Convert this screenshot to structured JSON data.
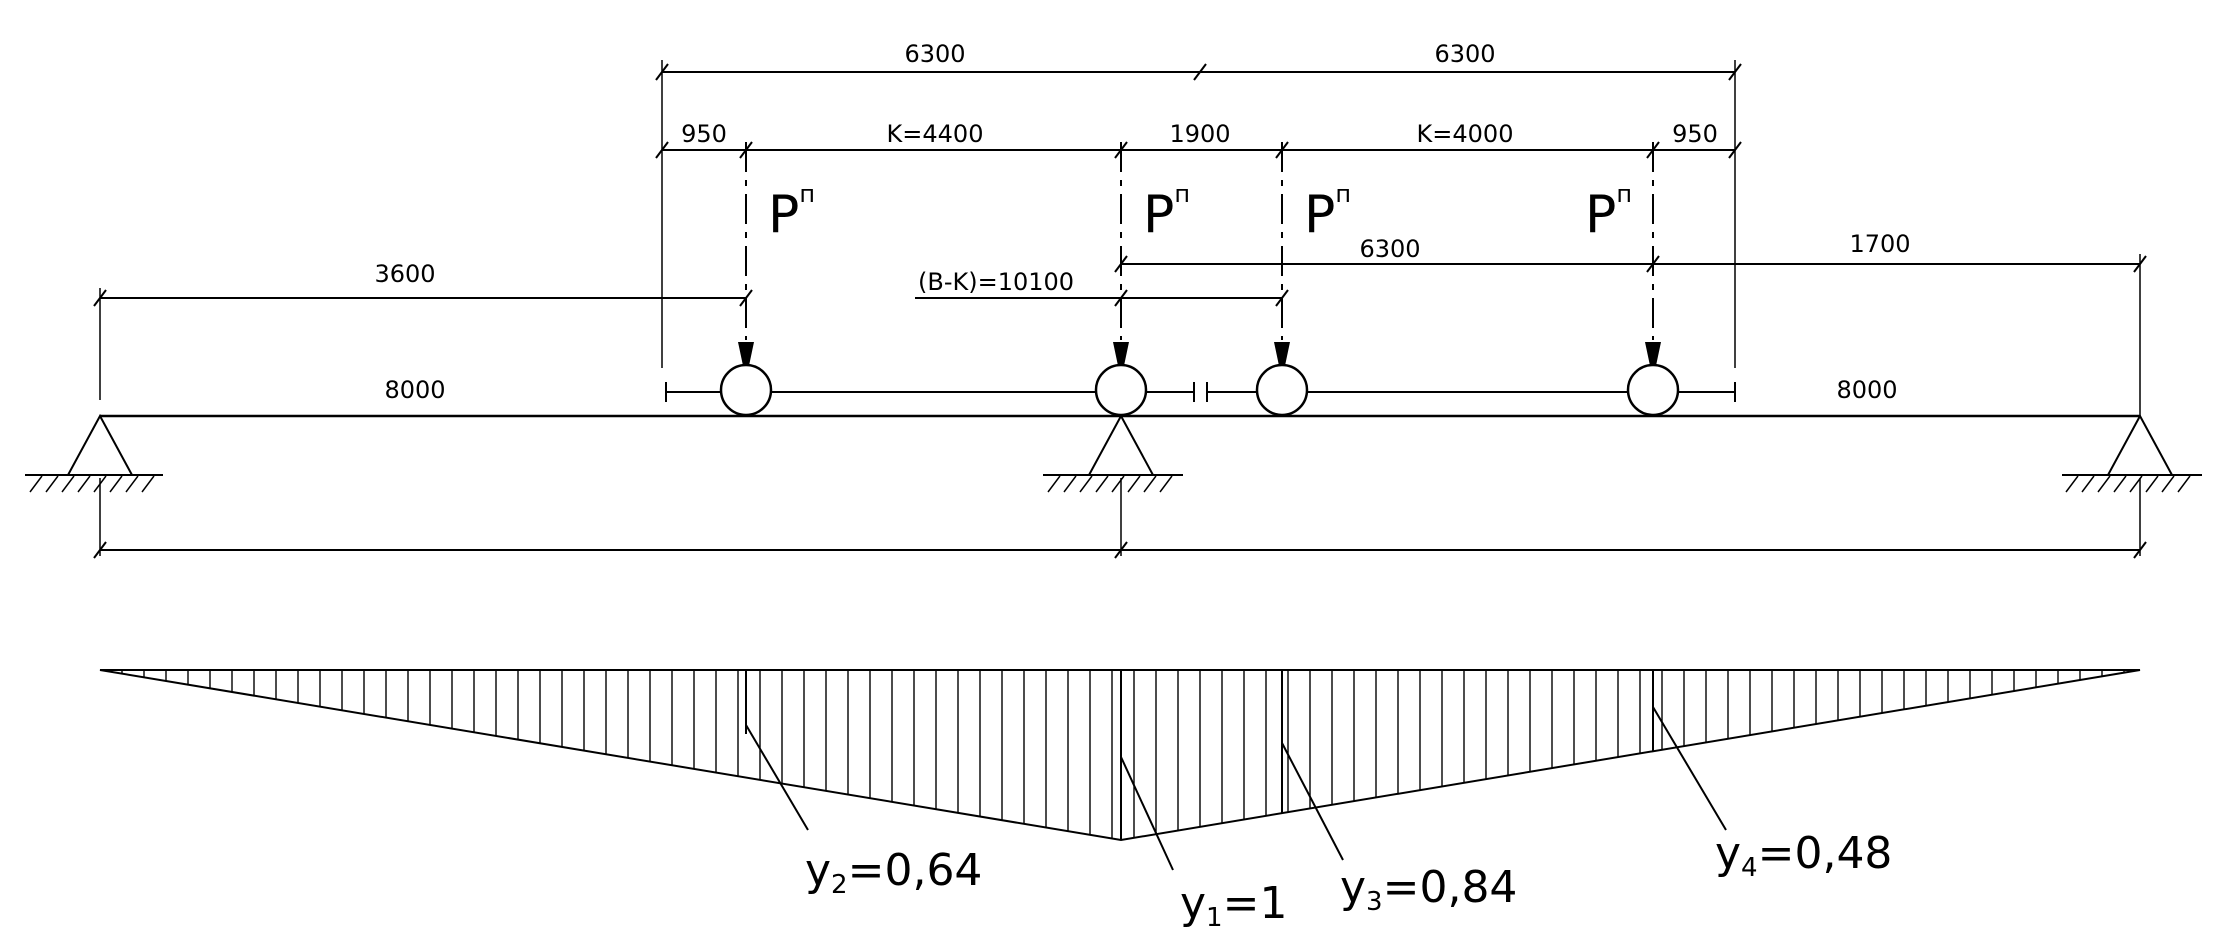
{
  "dimensions": {
    "d_6300_left": "6300",
    "d_6300_right": "6300",
    "d_950_left": "950",
    "d_k4400": "K=4400",
    "d_1900": "1900",
    "d_k4000": "K=4000",
    "d_950_right": "950",
    "d_3600": "3600",
    "d_b_k": "(B-K)=10100",
    "d_6300_mid": "6300",
    "d_1700": "1700",
    "d_8000_left": "8000",
    "d_8000_right": "8000"
  },
  "loads": {
    "p1": "P",
    "p2": "P",
    "p3": "P",
    "p4": "P",
    "superscript": "п"
  },
  "ordinates": {
    "y2": {
      "symbol": "y",
      "index": "2",
      "value": "=0,64"
    },
    "y1": {
      "symbol": "y",
      "index": "1",
      "value": "=1"
    },
    "y3": {
      "symbol": "y",
      "index": "3",
      "value": "=0,84"
    },
    "y4": {
      "symbol": "y",
      "index": "4",
      "value": "=0,48"
    }
  }
}
